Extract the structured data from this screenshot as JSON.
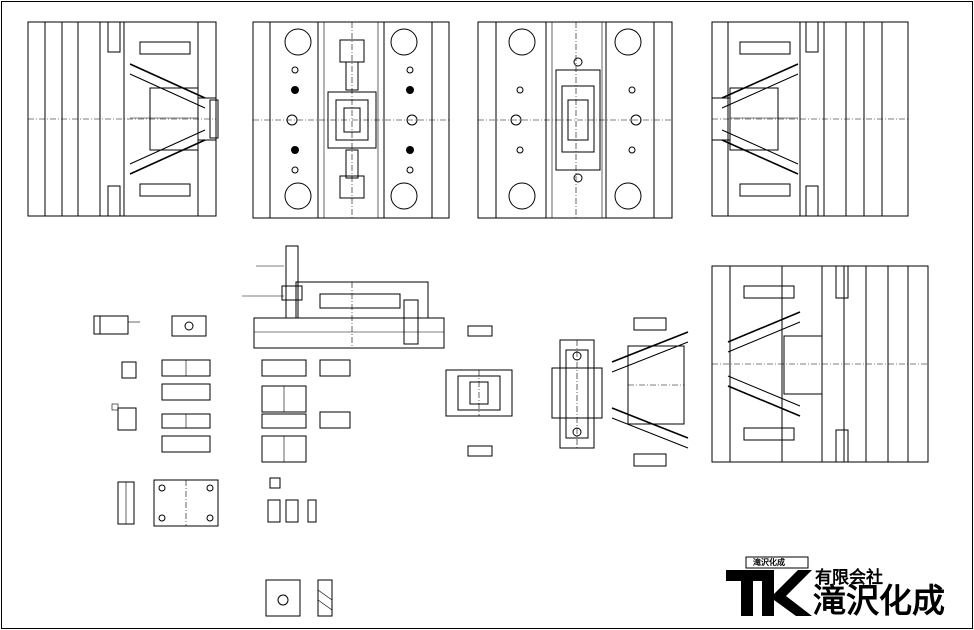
{
  "logo": {
    "mark_letters": "TK",
    "small_name": "滝沢化成",
    "company_type": "有限会社",
    "company_name": "滝沢化成"
  }
}
